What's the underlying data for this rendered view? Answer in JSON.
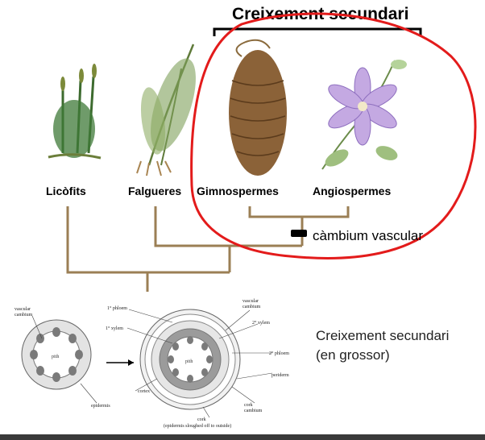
{
  "title": "Creixement secundari",
  "taxa": [
    "Licòfits",
    "Falgueres",
    "Gimnospermes",
    "Angiospermes"
  ],
  "cambium_label": "càmbium vascular",
  "growth_label": [
    "Creixement secundari",
    "(en grossor)"
  ],
  "diagram_labels": {
    "vascular_cambium_left": [
      "vascular",
      "cambium"
    ],
    "phloem_1": "1° phloem",
    "xylem_1": "1° xylem",
    "pith_left": "pith",
    "pith_right": "pith",
    "epidermis": "epidermis",
    "cortex": "cortex",
    "vascular_cambium_right": [
      "vascular",
      "cambium"
    ],
    "xylem_2": "2° xylem",
    "phloem_2": "2° phloem",
    "periderm": "periderm",
    "cork_cambium": [
      "cork",
      "cambium"
    ],
    "cork": [
      "cork",
      "(epidermis sloughed off to outside)"
    ]
  },
  "colors": {
    "tree_lines": "#9b7f55",
    "highlight_circle": "#e31b1b",
    "cambium_marker": "#000000"
  }
}
